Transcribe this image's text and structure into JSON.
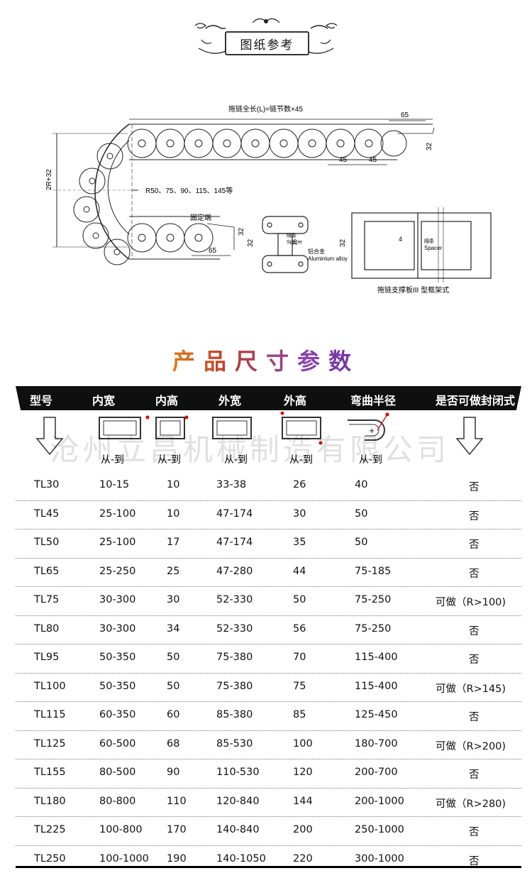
{
  "header": {
    "title": "图纸参考"
  },
  "drawing": {
    "total_length_label": "拖链全长(L)=链节数×45",
    "radius_label": "R50、75、90、115、145等",
    "height_label": "2R+32",
    "fixed_end_label": "固定端",
    "dim_65_top": "65",
    "dim_32_top": "32",
    "dim_45_a": "45",
    "dim_45_b": "45",
    "dim_32_bottom": "32",
    "dim_65_bottom": "65",
    "section_dim_32": "32",
    "section_dim_16": "16",
    "spacer_cn": "隔条",
    "spacer_en": "Spacer",
    "alloy_cn": "铝合金",
    "alloy_en": "Aluminium alloy",
    "frame_dim_32": "32",
    "frame_dim_4": "4",
    "frame_spacer_cn": "隔条",
    "frame_spacer_en": "Spacer",
    "frame_caption": "拖链支撑板III 型框架式"
  },
  "section_title": "产品尺寸参数",
  "table": {
    "headers": [
      "型号",
      "内宽",
      "内高",
      "外宽",
      "外高",
      "弯曲半径",
      "是否可做封闭式"
    ],
    "range_label": "从-到",
    "watermark": "沧州立昌机械制造有限公司",
    "rows": [
      [
        "TL30",
        "10-15",
        "10",
        "33-38",
        "26",
        "40",
        "否"
      ],
      [
        "TL45",
        "25-100",
        "10",
        "47-174",
        "30",
        "50",
        "否"
      ],
      [
        "TL50",
        "25-100",
        "17",
        "47-174",
        "35",
        "50",
        "否"
      ],
      [
        "TL65",
        "25-250",
        "25",
        "47-280",
        "44",
        "75-185",
        "否"
      ],
      [
        "TL75",
        "30-300",
        "30",
        "52-330",
        "50",
        "75-250",
        "可做（R>100)"
      ],
      [
        "TL80",
        "30-300",
        "34",
        "52-330",
        "56",
        "75-250",
        "否"
      ],
      [
        "TL95",
        "50-350",
        "50",
        "75-380",
        "70",
        "115-400",
        "否"
      ],
      [
        "TL100",
        "50-350",
        "50",
        "75-380",
        "75",
        "115-400",
        "可做（R>145)"
      ],
      [
        "TL115",
        "60-350",
        "60",
        "85-380",
        "85",
        "125-450",
        "否"
      ],
      [
        "TL125",
        "60-500",
        "68",
        "85-530",
        "100",
        "180-700",
        "可做（R>200)"
      ],
      [
        "TL155",
        "80-500",
        "90",
        "110-530",
        "120",
        "200-700",
        "否"
      ],
      [
        "TL180",
        "80-800",
        "110",
        "120-840",
        "144",
        "200-1000",
        "可做（R>280)"
      ],
      [
        "TL225",
        "100-800",
        "170",
        "140-840",
        "200",
        "250-1000",
        "否"
      ],
      [
        "TL250",
        "100-1000",
        "190",
        "140-1050",
        "220",
        "300-1000",
        "否"
      ]
    ]
  }
}
